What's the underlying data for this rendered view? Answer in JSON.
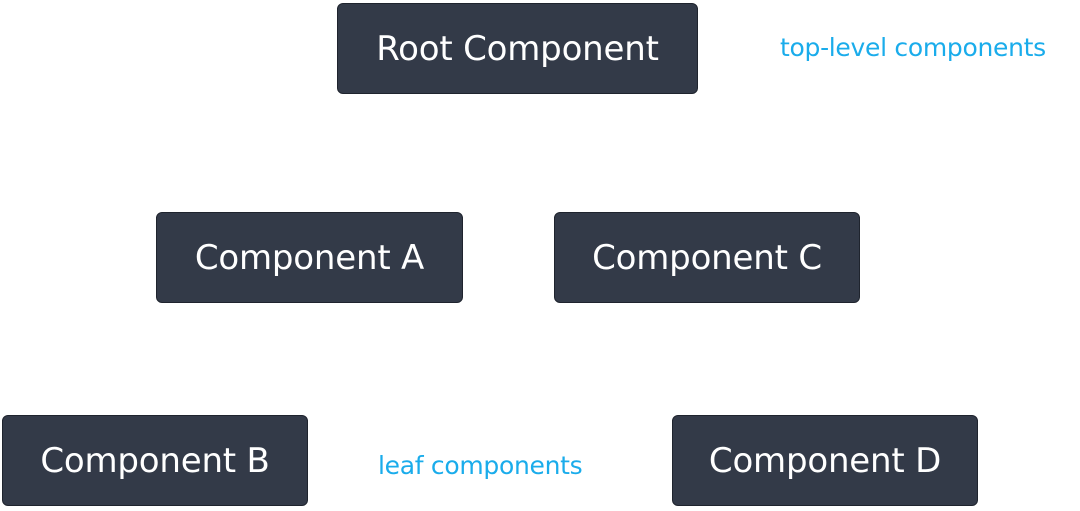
{
  "nodes": {
    "root": "Root Component",
    "a": "Component A",
    "b": "Component B",
    "c": "Component C",
    "d": "Component D"
  },
  "annotations": {
    "top_level": "top-level components",
    "leaf": "leaf components"
  },
  "colors": {
    "node_background": "#333a48",
    "node_text": "#ffffff",
    "annotation_text": "#1aaceb",
    "background": "#ffffff"
  }
}
